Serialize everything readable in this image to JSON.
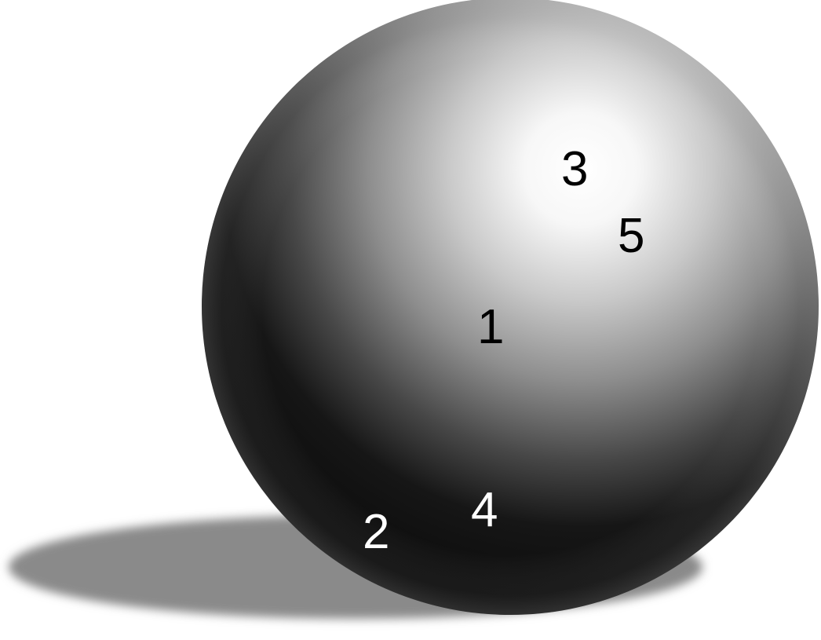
{
  "labels": [
    {
      "id": "1",
      "text": "1",
      "color": "#000000"
    },
    {
      "id": "2",
      "text": "2",
      "color": "#ffffff"
    },
    {
      "id": "3",
      "text": "3",
      "color": "#000000"
    },
    {
      "id": "4",
      "text": "4",
      "color": "#ffffff"
    },
    {
      "id": "5",
      "text": "5",
      "color": "#000000"
    }
  ],
  "colors": {
    "background": "#ffffff",
    "shadow": "#8a8a8a",
    "sphere_highlight": "#ffffff",
    "sphere_core_shadow": "#0c0c0c"
  }
}
